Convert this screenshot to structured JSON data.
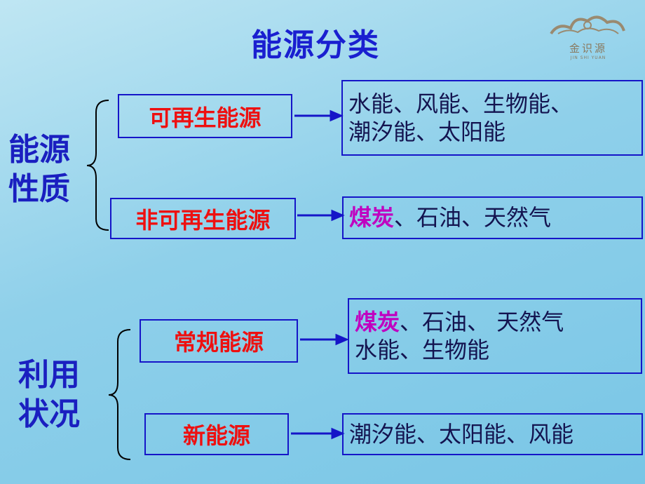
{
  "title": "能源分类",
  "logo": {
    "name": "金识源",
    "sub": "JIN SHI YUAN"
  },
  "sections": [
    {
      "label_line1": "能源",
      "label_line2": "性质",
      "items": [
        {
          "type": "可再生能源",
          "examples_line1": "水能、风能、生物能、",
          "examples_line2": "潮汐能、太阳能"
        },
        {
          "type": "非可再生能源",
          "highlight": "煤炭",
          "examples_rest": "、石油、天然气"
        }
      ]
    },
    {
      "label_line1": "利用",
      "label_line2": "状况",
      "items": [
        {
          "type": "常规能源",
          "highlight": "煤炭",
          "examples_rest": "、石油、 天然气",
          "examples_line2": "水能、生物能"
        },
        {
          "type": "新能源",
          "examples_line1": "潮汐能、太阳能、风能"
        }
      ]
    }
  ],
  "colors": {
    "title": "#1a1fd0",
    "type_text": "#ee1010",
    "border": "#1515c8",
    "highlight": "#c000c0"
  }
}
